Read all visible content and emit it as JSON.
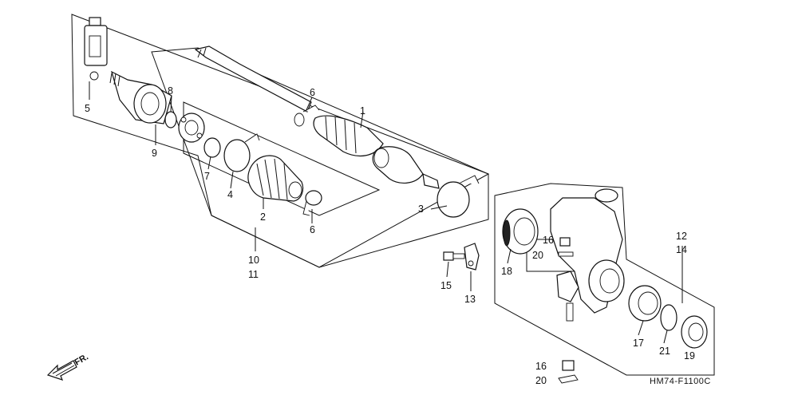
{
  "diagram_code": "HM74-F1100C",
  "direction_label": "FR.",
  "callouts": {
    "c1": "1",
    "c2": "2",
    "c3": "3",
    "c4": "4",
    "c5": "5",
    "c6a": "6",
    "c6b": "6",
    "c7": "7",
    "c8": "8",
    "c9": "9",
    "c10": "10",
    "c11": "11",
    "c12": "12",
    "c13": "13",
    "c14": "14",
    "c15": "15",
    "c16a": "16",
    "c16b": "16",
    "c17": "17",
    "c18": "18",
    "c19": "19",
    "c20a": "20",
    "c20b": "20",
    "c21": "21"
  }
}
